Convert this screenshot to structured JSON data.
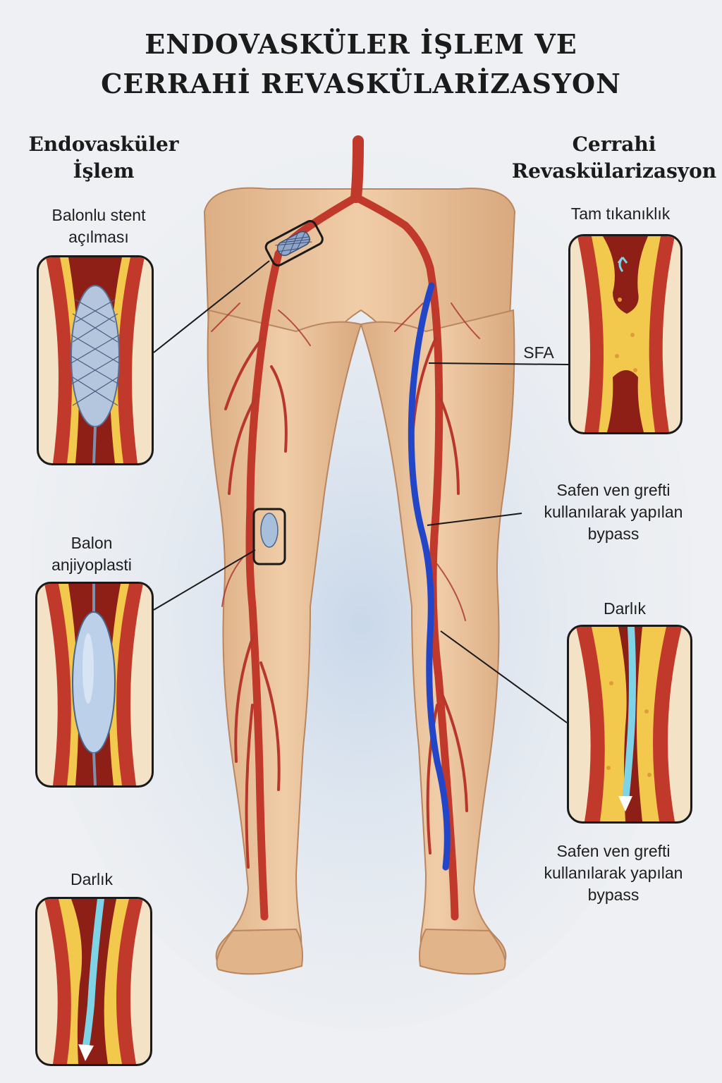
{
  "title": {
    "line1": "ENDOVASKÜLER İŞLEM VE",
    "line2": "CERRAHİ REVASKÜLARİZASYON"
  },
  "left_column": {
    "heading_line1": "Endovasküler",
    "heading_line2": "İşlem",
    "panels": [
      {
        "label_line1": "Balonlu stent",
        "label_line2": "açılması"
      },
      {
        "label_line1": "Balon",
        "label_line2": "anjiyoplasti"
      },
      {
        "label_line1": "Darlık"
      }
    ]
  },
  "right_column": {
    "heading_line1": "Cerrahi",
    "heading_line2": "Revaskülarizasyon",
    "panels": [
      {
        "label_line1": "Tam tıkanıklık"
      },
      {
        "label_line1": "Darlık"
      }
    ]
  },
  "callouts": {
    "sfa": "SFA",
    "bypass_1_line1": "Safen ven grefti",
    "bypass_1_line2": "kullanılarak yapılan",
    "bypass_1_line3": "bypass",
    "bypass_2_line1": "Safen ven grefti",
    "bypass_2_line2": "kullanılarak yapılan",
    "bypass_2_line3": "bypass"
  },
  "colors": {
    "artery": "#c0392b",
    "artery_dark": "#8e1f17",
    "vein_graft": "#2346c8",
    "plaque": "#f2c94c",
    "skin": "#e9c29b",
    "flow_arrow": "#7fd3e6",
    "background": "#eef0f3"
  }
}
